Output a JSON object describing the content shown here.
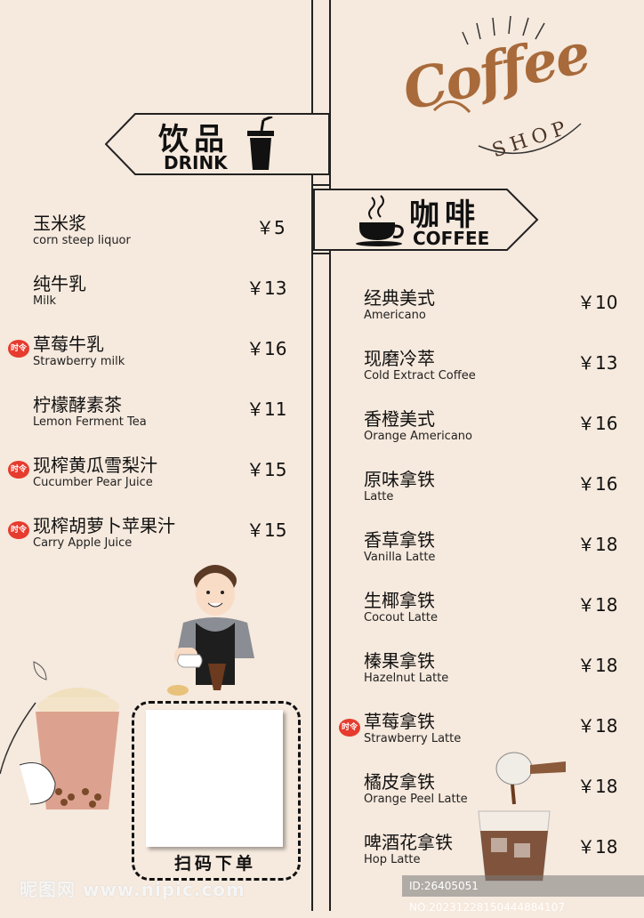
{
  "logo": {
    "coffee": "Coffee",
    "shop": "SHOP"
  },
  "drink_sign": {
    "cn": "饮品",
    "en": "DRINK"
  },
  "coffee_sign": {
    "cn": "咖啡",
    "en": "COFFEE"
  },
  "badge_text": "时令",
  "drinks": [
    {
      "cn": "玉米浆",
      "en": "corn steep liquor",
      "price": "￥5",
      "seasonal": false
    },
    {
      "cn": "纯牛乳",
      "en": "Milk",
      "price": "￥13",
      "seasonal": false
    },
    {
      "cn": "草莓牛乳",
      "en": "Strawberry milk",
      "price": "￥16",
      "seasonal": true
    },
    {
      "cn": "柠檬酵素茶",
      "en": "Lemon Ferment Tea",
      "price": "￥11",
      "seasonal": false
    },
    {
      "cn": "现榨黄瓜雪梨汁",
      "en": "Cucumber Pear Juice",
      "price": "￥15",
      "seasonal": true
    },
    {
      "cn": "现榨胡萝卜苹果汁",
      "en": "Carry Apple Juice",
      "price": "￥15",
      "seasonal": true
    }
  ],
  "coffees": [
    {
      "cn": "经典美式",
      "en": "Americano",
      "price": "￥10",
      "seasonal": false
    },
    {
      "cn": "现磨冷萃",
      "en": "Cold Extract Coffee",
      "price": "￥13",
      "seasonal": false
    },
    {
      "cn": "香橙美式",
      "en": "Orange Americano",
      "price": "￥16",
      "seasonal": false
    },
    {
      "cn": "原味拿铁",
      "en": "Latte",
      "price": "￥16",
      "seasonal": false
    },
    {
      "cn": "香草拿铁",
      "en": "Vanilla Latte",
      "price": "￥18",
      "seasonal": false
    },
    {
      "cn": "生椰拿铁",
      "en": "Cocout Latte",
      "price": "￥18",
      "seasonal": false
    },
    {
      "cn": "榛果拿铁",
      "en": "Hazelnut Latte",
      "price": "￥18",
      "seasonal": false
    },
    {
      "cn": "草莓拿铁",
      "en": "Strawberry Latte",
      "price": "￥18",
      "seasonal": true
    },
    {
      "cn": "橘皮拿铁",
      "en": "Orange Peel Latte",
      "price": "￥18",
      "seasonal": false
    },
    {
      "cn": "啤酒花拿铁",
      "en": "Hop Latte",
      "price": "￥18",
      "seasonal": false
    }
  ],
  "qr": {
    "label": "扫码下单"
  },
  "watermark": {
    "left": "昵图网 www.nipic.com",
    "right": "ID:26405051 NO:20231228150444884107"
  },
  "colors": {
    "background": "#f6e9dd",
    "logo_brown": "#a86a3a",
    "badge_red": "#e63b2e"
  }
}
